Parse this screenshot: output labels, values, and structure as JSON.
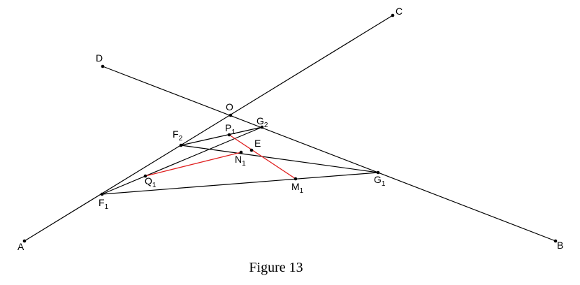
{
  "points": {
    "A": {
      "name": "A",
      "sub": ""
    },
    "B": {
      "name": "B",
      "sub": ""
    },
    "C": {
      "name": "C",
      "sub": ""
    },
    "D": {
      "name": "D",
      "sub": ""
    },
    "O": {
      "name": "O",
      "sub": ""
    },
    "E": {
      "name": "E",
      "sub": ""
    },
    "F1": {
      "name": "F",
      "sub": "1"
    },
    "F2": {
      "name": "F",
      "sub": "2"
    },
    "G1": {
      "name": "G",
      "sub": "1"
    },
    "G2": {
      "name": "G",
      "sub": "2"
    },
    "P1": {
      "name": "P",
      "sub": "1"
    },
    "N1": {
      "name": "N",
      "sub": "1"
    },
    "Q1": {
      "name": "Q",
      "sub": "1"
    },
    "M1": {
      "name": "M",
      "sub": "1"
    }
  },
  "colors": {
    "line": "#000000",
    "highlight": "#e02020",
    "point": "#000000"
  },
  "caption": "Figure 13"
}
